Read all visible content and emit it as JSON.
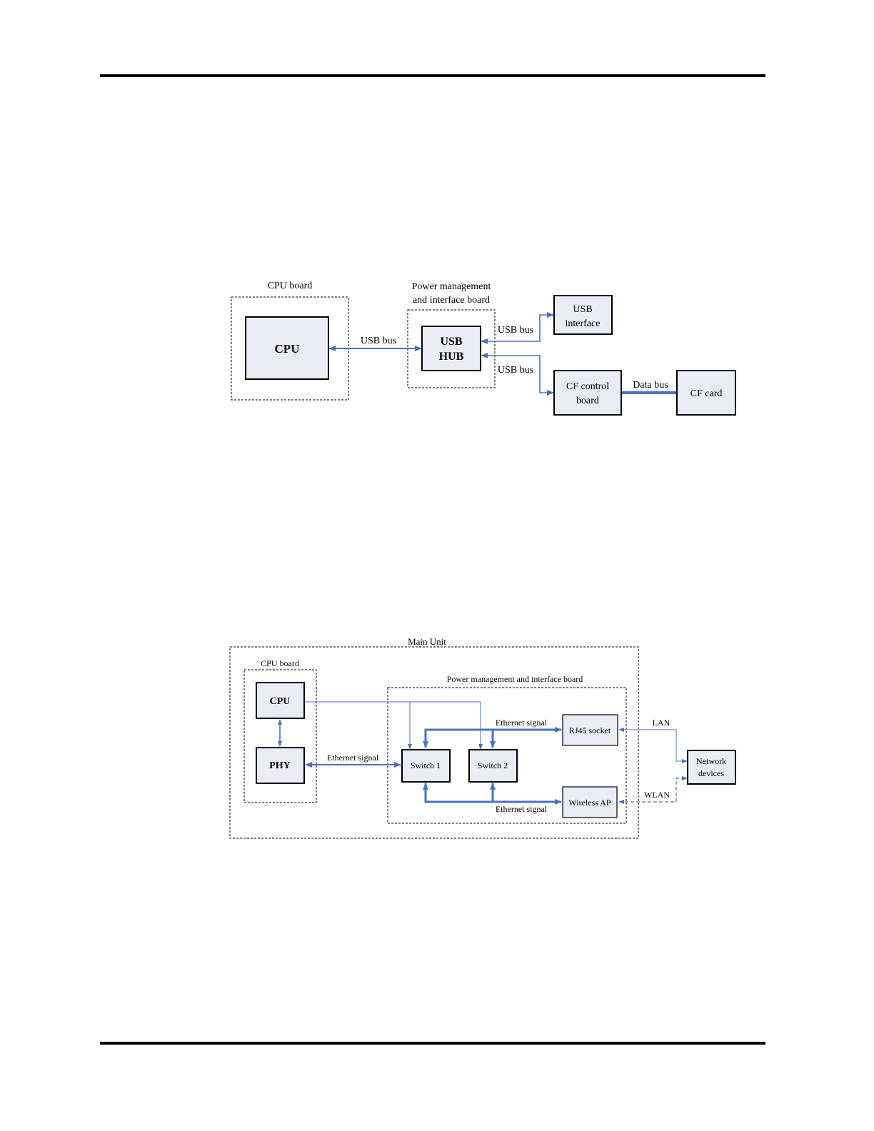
{
  "diagram1": {
    "groups": {
      "cpu_board": "CPU board",
      "power_board_line1": "Power management",
      "power_board_line2": "and interface board"
    },
    "nodes": {
      "cpu": "CPU",
      "usb_hub_line1": "USB",
      "usb_hub_line2": "HUB",
      "usb_interface_line1": "USB",
      "usb_interface_line2": "interface",
      "cf_control_line1": "CF control",
      "cf_control_line2": "board",
      "cf_card": "CF card"
    },
    "edges": {
      "cpu_hub": "USB bus",
      "hub_usb_interface": "USB bus",
      "hub_cf_control": "USB bus",
      "cf_data": "Data bus"
    }
  },
  "diagram2": {
    "groups": {
      "main_unit": "Main Unit",
      "cpu_board": "CPU board",
      "power_board": "Power management and interface board"
    },
    "nodes": {
      "cpu": "CPU",
      "phy": "PHY",
      "switch1": "Switch 1",
      "switch2": "Switch 2",
      "rj45": "RJ45 socket",
      "wireless_ap": "Wireless AP",
      "network_line1": "Network",
      "network_line2": "devices"
    },
    "edges": {
      "phy_switch": "Ethernet signal",
      "switch_rj45": "Ethernet signal",
      "switch_ap": "Ethernet signal",
      "lan": "LAN",
      "wlan": "WLAN"
    }
  },
  "colors": {
    "bus_line": "#4a72b8",
    "box_fill": "#e9ecf5"
  }
}
